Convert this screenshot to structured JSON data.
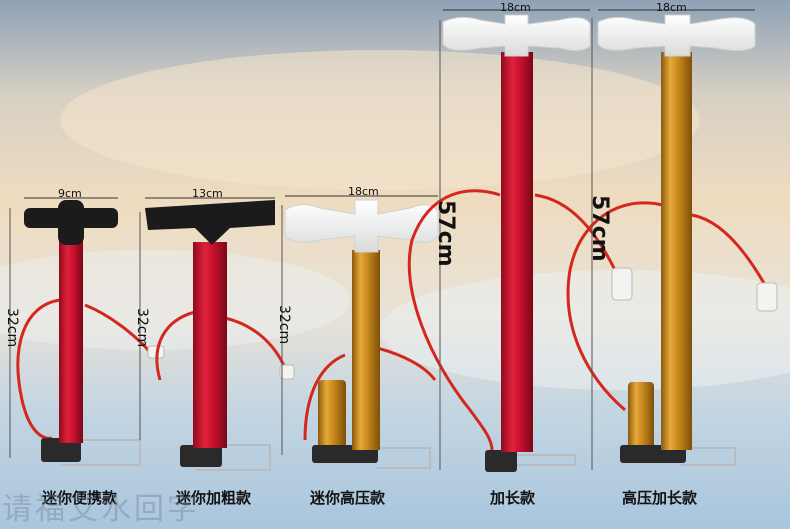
{
  "colors": {
    "sky_top": "#9fb0c2",
    "sky_warm": "#e9d9bf",
    "sky_bottom": "#b9d3e6",
    "barrel_red": "#c8102e",
    "barrel_gold": "#c98a1d",
    "handle_black": "#1b1b1b",
    "handle_white": "#f3f4f2",
    "hose_red": "#d4271e"
  },
  "pumps": [
    {
      "name": "迷你便携款",
      "width": "9cm",
      "height": "32cm"
    },
    {
      "name": "迷你加粗款",
      "width": "13cm",
      "height": "32cm"
    },
    {
      "name": "迷你高压款",
      "width": "18cm",
      "height": "32cm"
    },
    {
      "name": "加长款",
      "width": "18cm",
      "height": "57cm"
    },
    {
      "name": "高压加长款",
      "width": "18cm",
      "height": "57cm"
    }
  ],
  "watermark": "请福艾水回字"
}
